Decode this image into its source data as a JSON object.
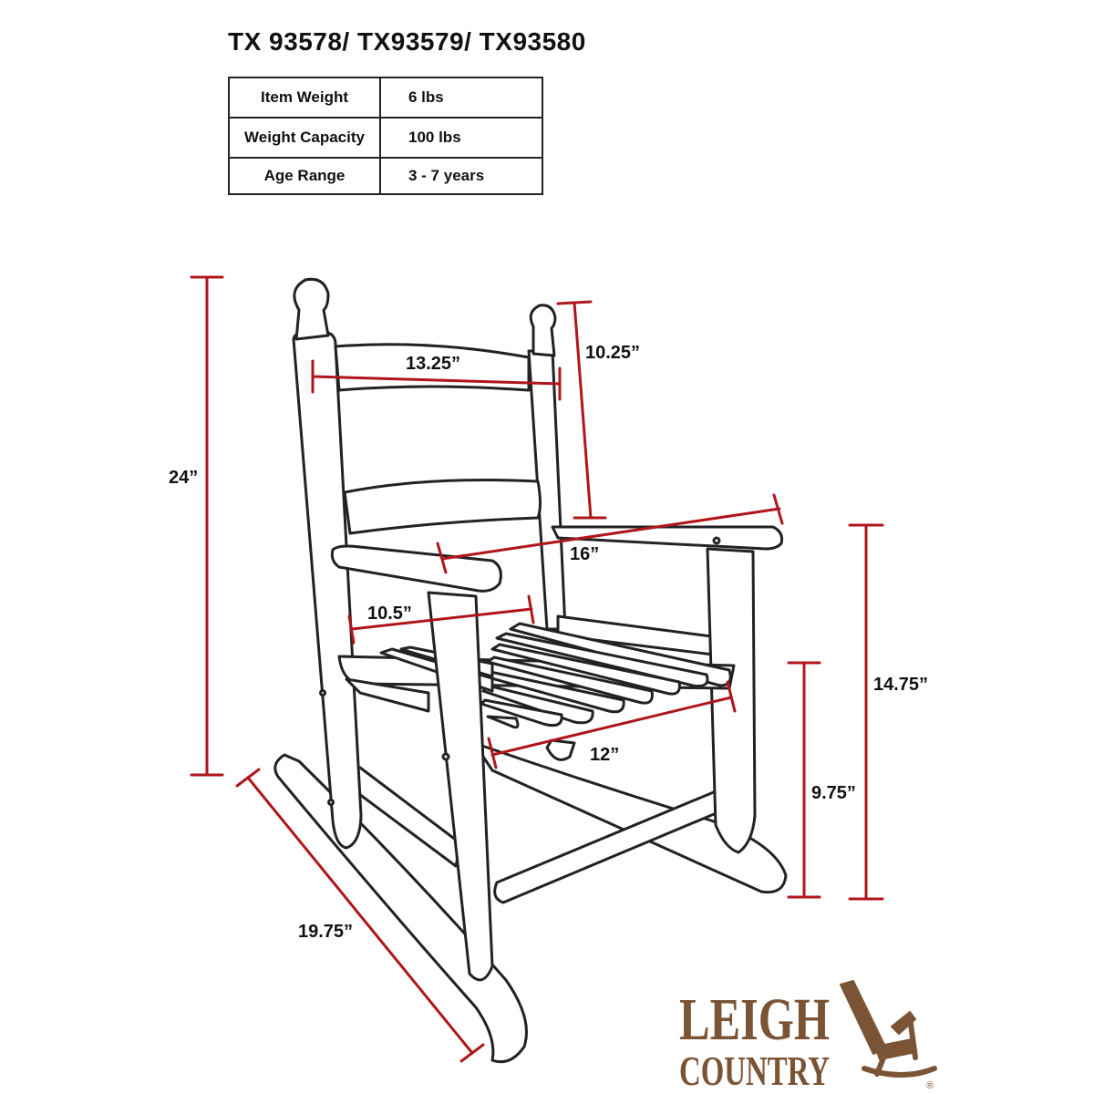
{
  "title": "TX 93578/ TX93579/ TX93580",
  "specs": [
    {
      "label": "Item Weight",
      "value": "6 lbs"
    },
    {
      "label": "Weight Capacity",
      "value": "100 lbs"
    },
    {
      "label": "Age Range",
      "value": "3 - 7 years"
    }
  ],
  "dimensions": {
    "overall_height": "24”",
    "back_width": "13.25”",
    "back_height": "10.25”",
    "arm_length": "16”",
    "seat_width": "10.5”",
    "arm_height": "14.75”",
    "seat_height": "9.75”",
    "seat_depth": "12”",
    "rocker_length": "19.75”"
  },
  "logo": {
    "line1": "LEIGH",
    "line2": "COUNTRY",
    "mark": "®",
    "icon": "rocking-chair-icon"
  },
  "colors": {
    "dimension_line": "#b0151b",
    "outline": "#222222",
    "logo": "#7a5434"
  }
}
